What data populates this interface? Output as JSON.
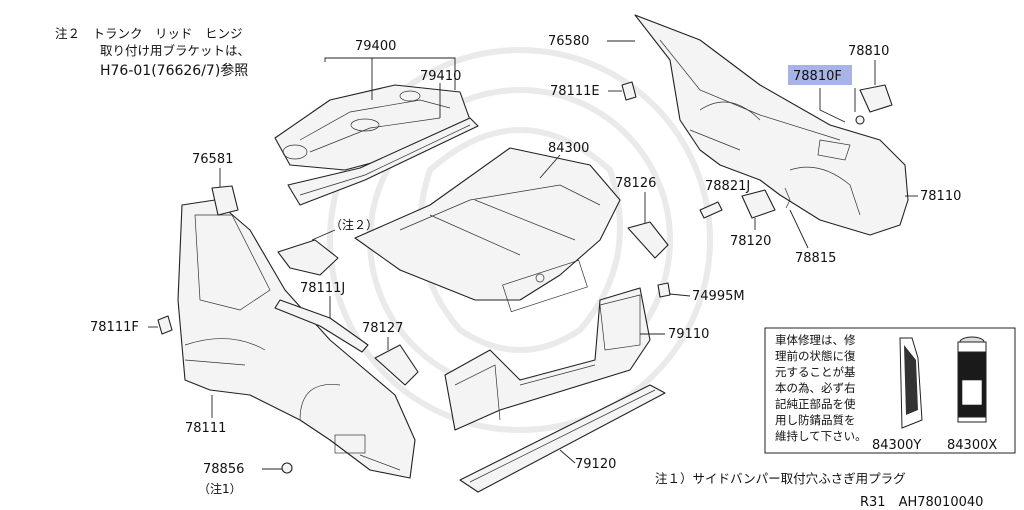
{
  "note2": {
    "line1": "注２　トランク　リッド　ヒンジ",
    "line2": "取り付け用ブラケットは、",
    "line3": "H76-01(76626/7)参照"
  },
  "parts": {
    "p79400": "79400",
    "p79410": "79410",
    "p76581": "76581",
    "p76580": "76580",
    "p78111E": "78111E",
    "p78810": "78810",
    "p78810F": "78810F",
    "p84300": "84300",
    "p78126": "78126",
    "p78821J": "78821J",
    "p78110": "78110",
    "p78120": "78120",
    "p78815": "78815",
    "p74995M": "74995M",
    "p78111J": "78111J",
    "p78111F": "78111F",
    "p78127": "78127",
    "p79110": "79110",
    "p78111": "78111",
    "p78856": "78856",
    "p79120": "79120",
    "p84300Y": "84300Y",
    "p84300X": "84300X"
  },
  "callouts": {
    "note2_ref": "（注２）",
    "note1_ref": "（注1）"
  },
  "repair_box": {
    "lines": [
      "車体修理は、修",
      "理前の状態に復",
      "元することが基",
      "本の為、必ず右",
      "記純正部品を使",
      "用し防錆品質を",
      "維持して下さい。"
    ],
    "can_label": "84300X"
  },
  "footnote1": "注１）サイドバンパー取付穴ふさぎ用プラグ",
  "diagram_code": "R31　AH78010040",
  "highlight_color": "#a9b4e6"
}
